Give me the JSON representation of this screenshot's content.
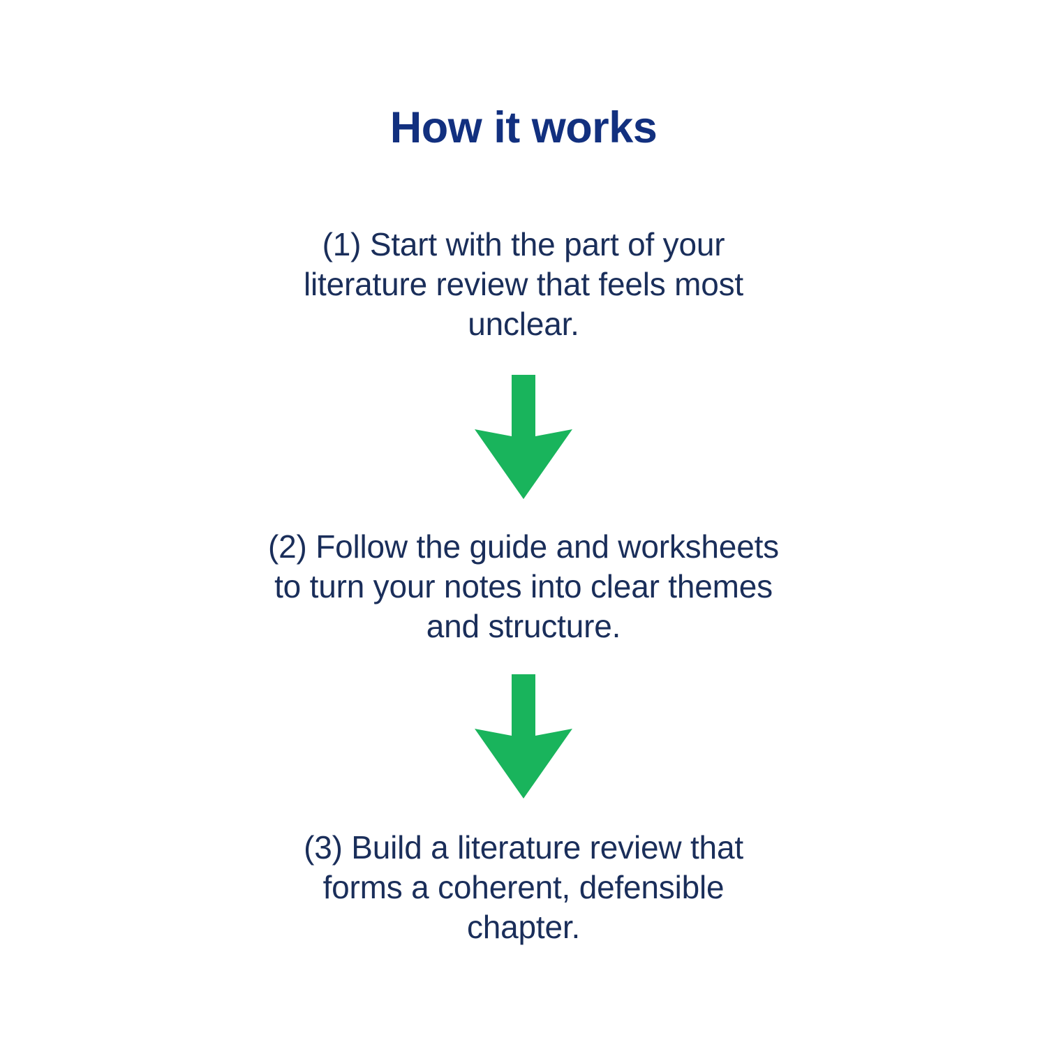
{
  "page": {
    "title": "How it works",
    "background_color": "#ffffff"
  },
  "colors": {
    "title_navy": "#12307f",
    "body_navy": "#1a2e5a",
    "arrow_green": "#19b45c"
  },
  "steps": [
    {
      "number": "(1)",
      "text": "(1) Start with the part of your literature review that feels most unclear."
    },
    {
      "number": "(2)",
      "text": "(2) Follow the guide and worksheets to turn your notes into clear themes and structure."
    },
    {
      "number": "(3)",
      "text": "(3) Build a literature review that forms a coherent, defensible chapter."
    }
  ],
  "arrows": [
    {
      "icon": "arrow-down-icon",
      "color": "#19b45c"
    },
    {
      "icon": "arrow-down-icon",
      "color": "#19b45c"
    }
  ]
}
